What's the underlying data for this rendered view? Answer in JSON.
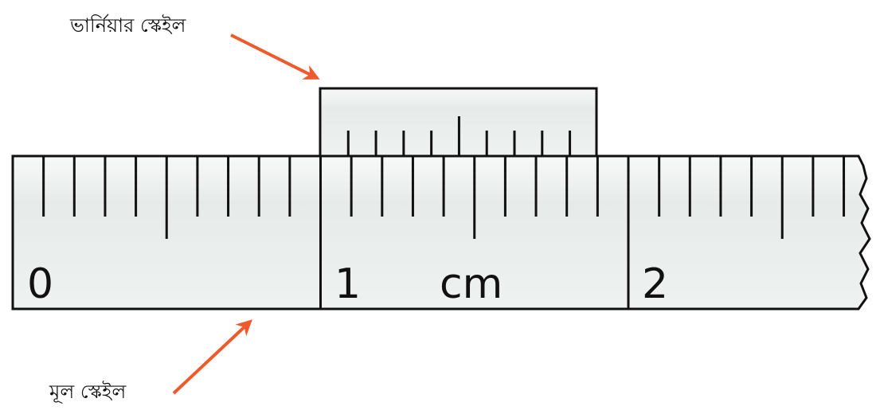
{
  "labels": {
    "vernier_scale": "ভার্নিয়ার স্কেইল",
    "main_scale": "মূল স্কেইল"
  },
  "main_scale": {
    "numbers": [
      "0",
      "1",
      "2"
    ],
    "unit": "cm",
    "divisions_per_cm": 10,
    "range_cm": [
      0,
      2.7
    ]
  },
  "vernier_scale": {
    "divisions": 10,
    "start_cm": 1.0,
    "length_cm": 0.9
  },
  "colors": {
    "scale_fill": "#e9eeec",
    "line": "#111111",
    "arrow": "#ee5a2c",
    "background": "#ffffff"
  }
}
